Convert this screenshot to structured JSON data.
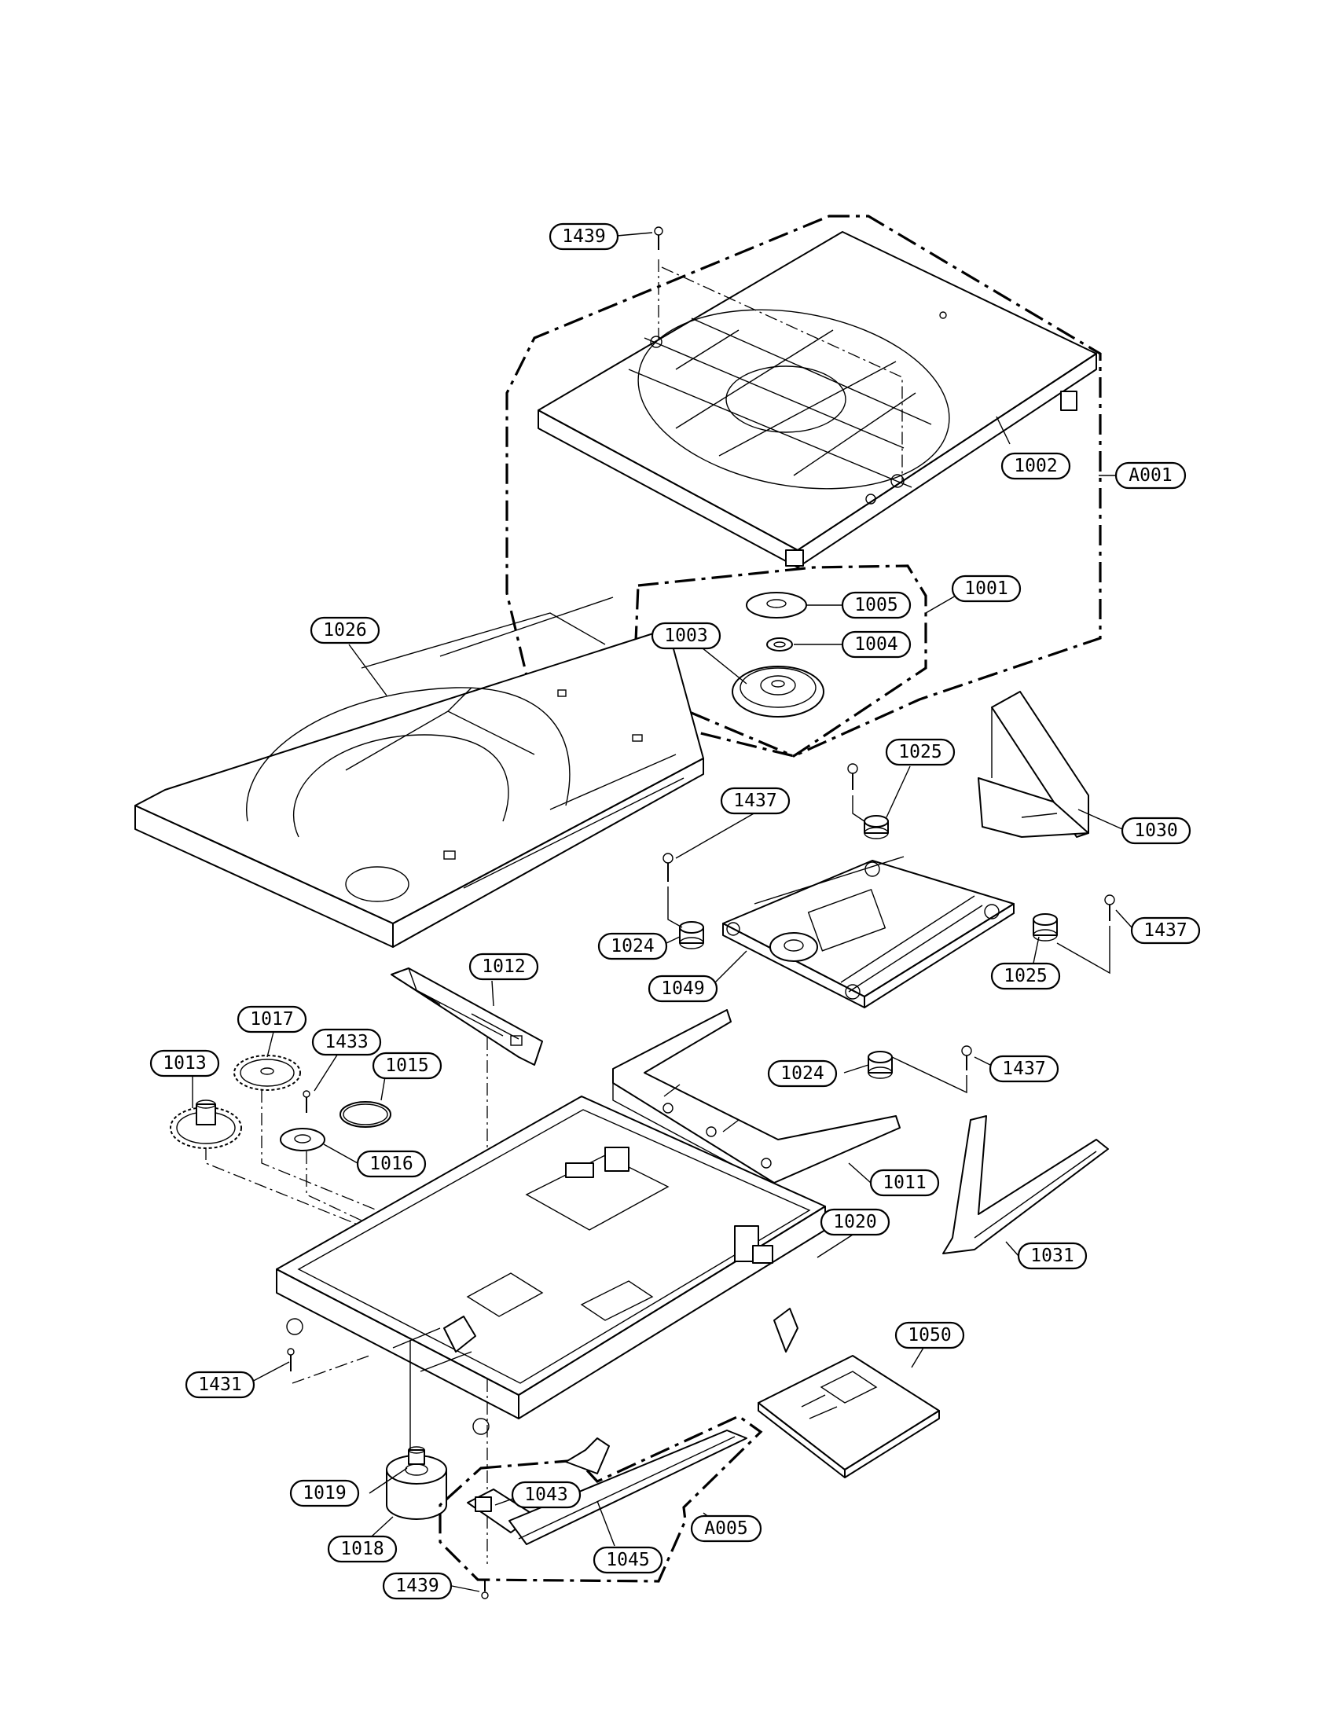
{
  "callouts": [
    {
      "id": "c-1439-top",
      "label": "1439"
    },
    {
      "id": "c-1002",
      "label": "1002"
    },
    {
      "id": "c-A001",
      "label": "A001"
    },
    {
      "id": "c-1001",
      "label": "1001"
    },
    {
      "id": "c-1005",
      "label": "1005"
    },
    {
      "id": "c-1003",
      "label": "1003"
    },
    {
      "id": "c-1004",
      "label": "1004"
    },
    {
      "id": "c-1026",
      "label": "1026"
    },
    {
      "id": "c-1025-a",
      "label": "1025"
    },
    {
      "id": "c-1437-a",
      "label": "1437"
    },
    {
      "id": "c-1030",
      "label": "1030"
    },
    {
      "id": "c-1437-b",
      "label": "1437"
    },
    {
      "id": "c-1024-a",
      "label": "1024"
    },
    {
      "id": "c-1049",
      "label": "1049"
    },
    {
      "id": "c-1025-b",
      "label": "1025"
    },
    {
      "id": "c-1012",
      "label": "1012"
    },
    {
      "id": "c-1017",
      "label": "1017"
    },
    {
      "id": "c-1433",
      "label": "1433"
    },
    {
      "id": "c-1013",
      "label": "1013"
    },
    {
      "id": "c-1015",
      "label": "1015"
    },
    {
      "id": "c-1024-b",
      "label": "1024"
    },
    {
      "id": "c-1437-c",
      "label": "1437"
    },
    {
      "id": "c-1016",
      "label": "1016"
    },
    {
      "id": "c-1011",
      "label": "1011"
    },
    {
      "id": "c-1020",
      "label": "1020"
    },
    {
      "id": "c-1031",
      "label": "1031"
    },
    {
      "id": "c-1050",
      "label": "1050"
    },
    {
      "id": "c-1431",
      "label": "1431"
    },
    {
      "id": "c-1019",
      "label": "1019"
    },
    {
      "id": "c-1043",
      "label": "1043"
    },
    {
      "id": "c-A005",
      "label": "A005"
    },
    {
      "id": "c-1018",
      "label": "1018"
    },
    {
      "id": "c-1045",
      "label": "1045"
    },
    {
      "id": "c-1439-bottom",
      "label": "1439"
    }
  ]
}
